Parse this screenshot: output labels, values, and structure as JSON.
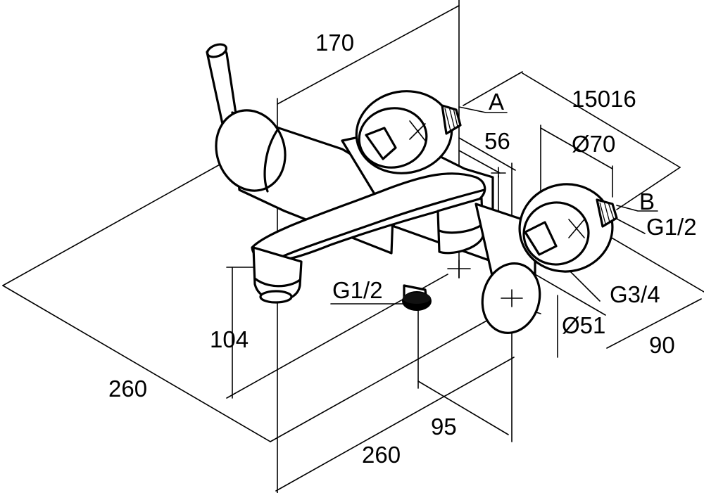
{
  "diagram": {
    "dimensions": {
      "top_width": "170",
      "depth_upper_right": "15016",
      "offset_56": "56",
      "eccentric_diameter": "Ø70",
      "height": "104",
      "diagonal_length": "260",
      "bottom_length": "260",
      "outlet_offset": "95",
      "flange_diameter": "Ø51",
      "depth_90": "90"
    },
    "callouts": {
      "connection_a": "A",
      "connection_b": "B",
      "thread_g12_right": "G1/2",
      "thread_g12_outlet": "G1/2",
      "thread_g34": "G3/4"
    }
  }
}
